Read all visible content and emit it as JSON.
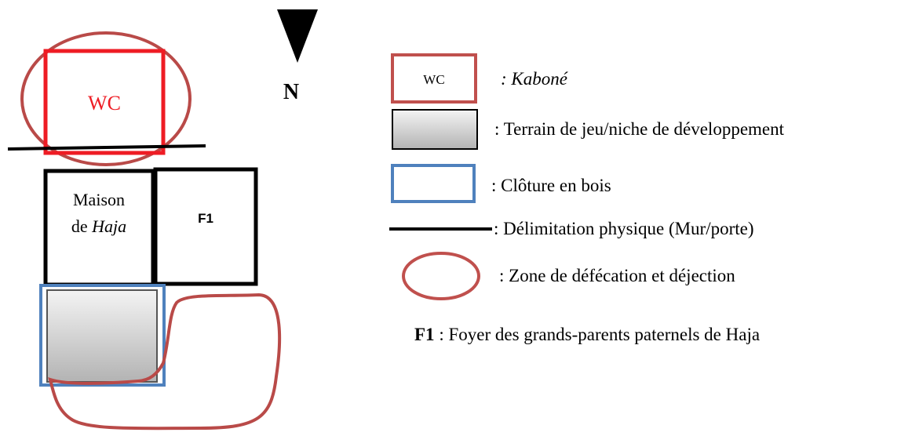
{
  "map": {
    "wc_label": "WC",
    "north_label": "N",
    "house_line1": "Maison",
    "house_line2_prefix": "de ",
    "house_line2_name": "Haja",
    "f1_label": "F1"
  },
  "legend": {
    "wc_sample_label": "WC",
    "wc_text": ": Kaboné",
    "playground_text": ": Terrain de jeu/niche de développement",
    "fence_text": ": Clôture en bois",
    "boundary_text": ": Délimitation physique (Mur/porte)",
    "zone_text": ": Zone de défécation et déjection",
    "f1_key": "F1",
    "f1_text": " : Foyer des grands-parents paternels de Haja"
  },
  "colors": {
    "red": "#ee1c24",
    "zone": "#b94a48",
    "blue": "#4f81bd",
    "black": "#000000"
  }
}
